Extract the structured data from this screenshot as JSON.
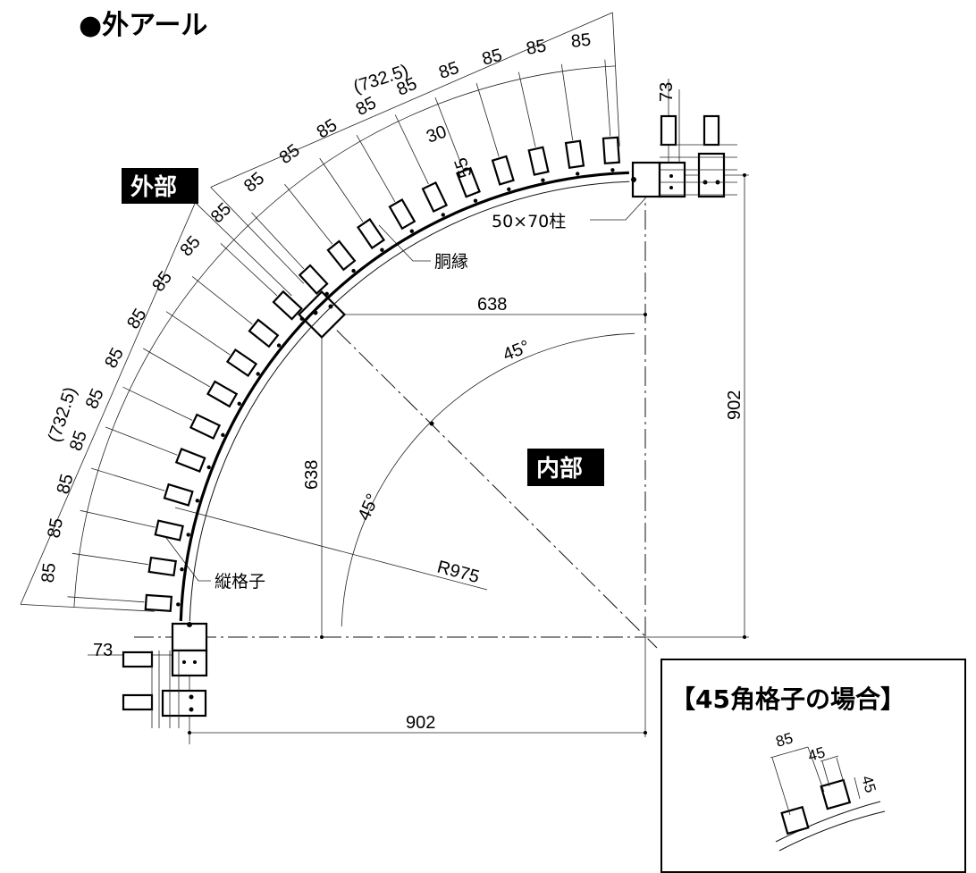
{
  "title": "●外アール",
  "regions": {
    "outside": "外部",
    "inside": "内部"
  },
  "labels": {
    "column": "50×70柱",
    "rail": "胴縁",
    "lattice": "縦格子"
  },
  "dimensions": {
    "arc_length_top": "(732.5)",
    "arc_length_left": "(732.5)",
    "pitch": "85",
    "bar_width": "30",
    "bar_depth": "55",
    "offset_top": "73",
    "offset_bottom": "73",
    "half_span_horizontal": "638",
    "half_span_vertical": "638",
    "span_vertical": "902",
    "span_horizontal": "902",
    "radius": "R975",
    "angle_upper": "45°",
    "angle_lower": "45°"
  },
  "inset": {
    "title": "【45角格子の場合】",
    "pitch": "85",
    "width": "45",
    "depth": "45"
  }
}
